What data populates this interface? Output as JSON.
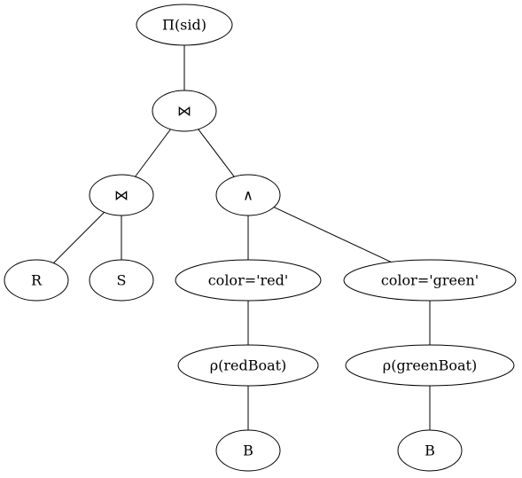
{
  "diagram": {
    "type": "tree",
    "nodes": [
      {
        "id": "proj",
        "label": "Π(sid)"
      },
      {
        "id": "join_top",
        "label": "⋈"
      },
      {
        "id": "join_left",
        "label": "⋈"
      },
      {
        "id": "and",
        "label": "∧"
      },
      {
        "id": "R",
        "label": "R"
      },
      {
        "id": "S",
        "label": "S"
      },
      {
        "id": "color_red",
        "label": "color='red'"
      },
      {
        "id": "color_green",
        "label": "color='green'"
      },
      {
        "id": "rho_red",
        "label": "ρ(redBoat)"
      },
      {
        "id": "rho_green",
        "label": "ρ(greenBoat)"
      },
      {
        "id": "B_left",
        "label": "B"
      },
      {
        "id": "B_right",
        "label": "B"
      }
    ],
    "edges": [
      [
        "proj",
        "join_top"
      ],
      [
        "join_top",
        "join_left"
      ],
      [
        "join_top",
        "and"
      ],
      [
        "join_left",
        "R"
      ],
      [
        "join_left",
        "S"
      ],
      [
        "and",
        "color_red"
      ],
      [
        "and",
        "color_green"
      ],
      [
        "color_red",
        "rho_red"
      ],
      [
        "color_green",
        "rho_green"
      ],
      [
        "rho_red",
        "B_left"
      ],
      [
        "rho_green",
        "B_right"
      ]
    ]
  }
}
